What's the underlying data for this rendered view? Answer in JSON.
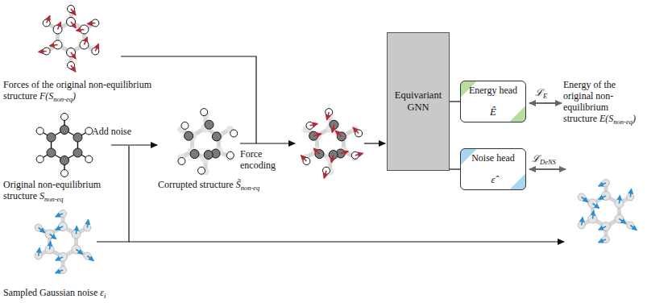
{
  "diagram": {
    "nodes": [
      {
        "text": [
          "Equivariant GNN"
        ]
      },
      {
        "text": [
          "Energy head",
          "Ê"
        ]
      },
      {
        "text": [
          "Noise head",
          "ε̂"
        ]
      }
    ],
    "edges": [
      {
        "from": 0,
        "to": 1,
        "arrow": "none"
      },
      {
        "from": 0,
        "to": 2,
        "arrow": "none"
      }
    ],
    "labels": [
      "Forces of the original non-equilibrium structure",
      "F(S",
      "non-eq",
      ")",
      "Original non-equilibrium structure",
      "S",
      "non-eq",
      "Add noise",
      "Corrupted structure",
      "S̃",
      "non-eq",
      "Force encoding",
      "Sampled Gaussian noise",
      "ε",
      "i",
      "ℒ",
      "E",
      "ℒ",
      "DeNS",
      "Energy of the original non-equilibrium structure",
      "E(S",
      "non-eq",
      ")"
    ]
  }
}
